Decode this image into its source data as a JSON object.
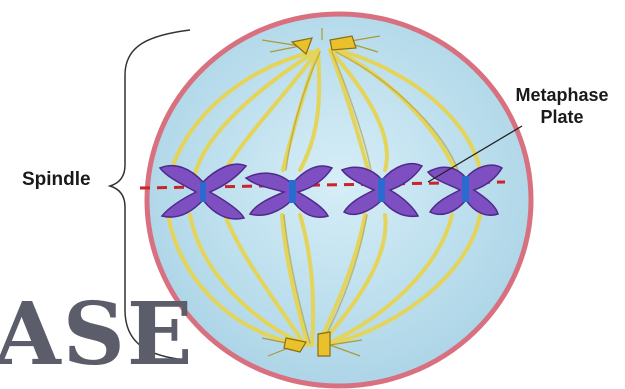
{
  "labels": {
    "spindle": "Spindle",
    "metaphase_line1": "Metaphase",
    "metaphase_line2": "Plate",
    "big_title_fragment": "ASE"
  },
  "colors": {
    "cell_fill": "#bfe1ef",
    "cell_outline": "#d8707f",
    "spindle_fiber": "#e4d45a",
    "spindle_fiber_dark": "#a99a3a",
    "chromosome": "#7d4fc0",
    "chromosome_dark": "#4e2a8a",
    "centromere": "#2a6bd0",
    "plate_line": "#c9262b",
    "centrosome": "#e9c12b",
    "brace": "#333333",
    "title_text": "#5b5e6a"
  }
}
